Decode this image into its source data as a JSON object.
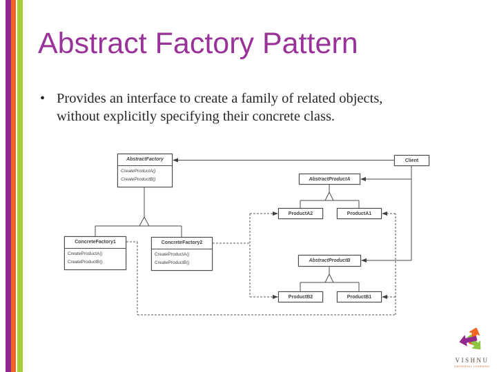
{
  "slide": {
    "title": "Abstract Factory Pattern",
    "bullet_marker": "•",
    "bullet": "Provides an interface to create a family of related objects, without explicitly specifying their concrete class."
  },
  "diagram": {
    "abstract_factory": {
      "name": "AbstractFactory",
      "methods": [
        "CreateProductA()",
        "CreateProductB()"
      ]
    },
    "client": {
      "name": "Client"
    },
    "abstract_product_a": {
      "name": "AbstractProductA"
    },
    "product_a2": {
      "name": "ProductA2"
    },
    "product_a1": {
      "name": "ProductA1"
    },
    "concrete_factory_1": {
      "name": "ConcreteFactory1",
      "methods": [
        "CreateProductA()",
        "CreateProductB()"
      ]
    },
    "concrete_factory_2": {
      "name": "ConcreteFactory2",
      "methods": [
        "CreateProductA()",
        "CreateProductB()"
      ]
    },
    "abstract_product_b": {
      "name": "AbstractProductB"
    },
    "product_b2": {
      "name": "ProductB2"
    },
    "product_b1": {
      "name": "ProductB1"
    }
  },
  "logo": {
    "name": "VISHNU",
    "tagline": "UNIVERSAL LEARNING"
  },
  "colors": {
    "title_accent": "#993399",
    "stripe_purple": "#92278F",
    "stripe_orange": "#F26522",
    "stripe_green": "#A6CE39",
    "logo_orange": "#F26522",
    "logo_purple": "#92278F",
    "logo_green": "#8DC63F",
    "diagram_line": "#4a4a4a"
  }
}
